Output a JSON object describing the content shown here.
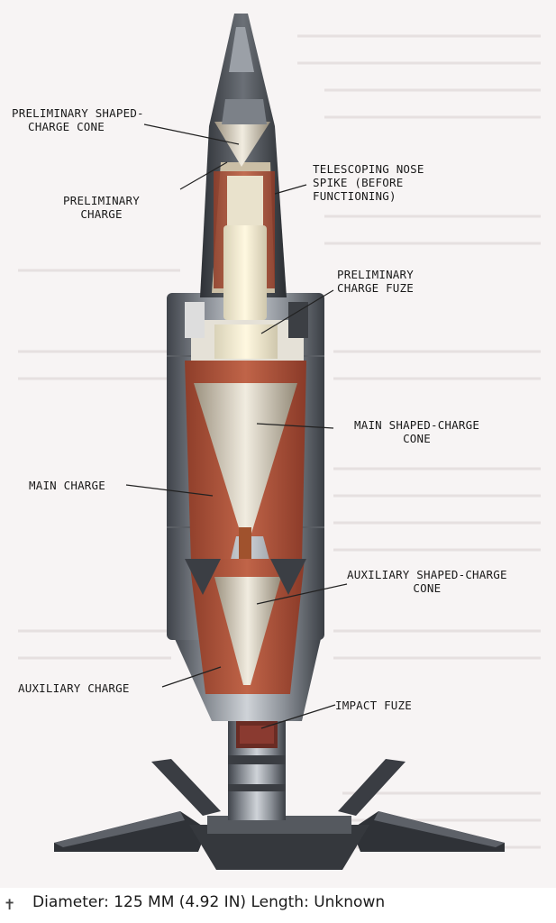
{
  "labels": {
    "prelim_cone": [
      "PRELIMINARY SHAPED-",
      "CHARGE CONE"
    ],
    "prelim_charge": [
      "PRELIMINARY",
      "CHARGE"
    ],
    "nose_spike": [
      "TELESCOPING NOSE",
      "SPIKE (BEFORE",
      "FUNCTIONING)"
    ],
    "prelim_fuze": [
      "PRELIMINARY",
      "CHARGE FUZE"
    ],
    "main_cone": [
      "MAIN SHAPED-CHARGE",
      "CONE"
    ],
    "main_charge": [
      "MAIN CHARGE"
    ],
    "aux_cone": [
      "AUXILIARY SHAPED-CHARGE",
      "CONE"
    ],
    "aux_charge": [
      "AUXILIARY CHARGE"
    ],
    "impact_fuze": [
      "IMPACT FUZE"
    ]
  },
  "caption": {
    "mark": "✝",
    "text": "Diameter:  125 MM (4.92 IN)  Length:  Unknown"
  },
  "colors": {
    "metal_dark": "#4a4e55",
    "metal_mid": "#8a8f96",
    "metal_light": "#c9cdd2",
    "charge": "#b4563c",
    "cone": "#d8d0c0"
  }
}
